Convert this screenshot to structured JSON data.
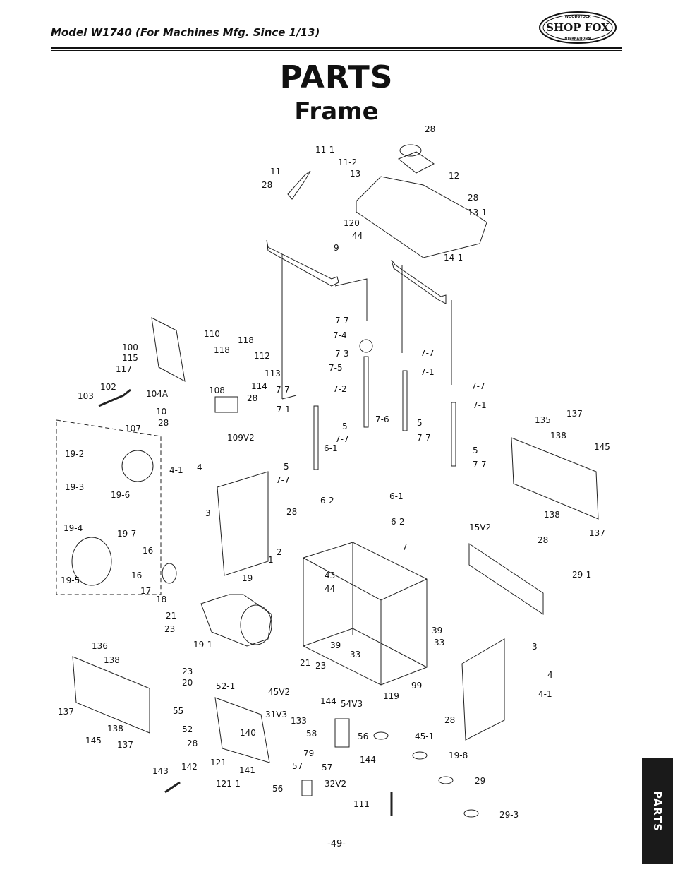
{
  "header": {
    "model_title": "Model W1740 (For Machines Mfg. Since 1/13)",
    "logo_text": "SHOP FOX",
    "logo_top_text": "WOODSTOCK",
    "logo_bottom_text": "INTERNATIONAL"
  },
  "page": {
    "title": "PARTS",
    "subtitle": "Frame",
    "page_number": "-49-",
    "side_tab": "PARTS"
  },
  "callouts": [
    "28",
    "11-1",
    "11-2",
    "11",
    "28",
    "13",
    "12",
    "28",
    "13-1",
    "120",
    "44",
    "9",
    "14-1",
    "7-7",
    "7-4",
    "7-3",
    "7-5",
    "7-2",
    "7-7",
    "7-1",
    "110",
    "118",
    "118",
    "112",
    "100",
    "115",
    "117",
    "113",
    "114",
    "108",
    "28",
    "102",
    "104A",
    "103",
    "10",
    "28",
    "107",
    "109V2",
    "7-7",
    "7-1",
    "7-6",
    "5",
    "5",
    "7-7",
    "7-7",
    "7-7",
    "7-1",
    "6-1",
    "5",
    "5",
    "7-7",
    "7-7",
    "137",
    "135",
    "138",
    "145",
    "19-2",
    "19-3",
    "19-6",
    "4-1",
    "4",
    "28",
    "3",
    "6-2",
    "6-1",
    "6-2",
    "7",
    "138",
    "137",
    "19-4",
    "19-7",
    "19-5",
    "16",
    "16",
    "17",
    "18",
    "2",
    "1",
    "43",
    "44",
    "19",
    "15V2",
    "28",
    "29-1",
    "21",
    "23",
    "39",
    "33",
    "39",
    "33",
    "136",
    "138",
    "19-1",
    "3",
    "23",
    "20",
    "21",
    "23",
    "4",
    "99",
    "4-1",
    "52-1",
    "45V2",
    "119",
    "137",
    "55",
    "52",
    "28",
    "138",
    "145",
    "137",
    "31V3",
    "133",
    "144",
    "54V3",
    "140",
    "58",
    "56",
    "45-1",
    "79",
    "144",
    "121",
    "141",
    "57",
    "57",
    "28",
    "19-8",
    "143",
    "142",
    "121-1",
    "56",
    "32V2",
    "29",
    "111",
    "29-3"
  ]
}
